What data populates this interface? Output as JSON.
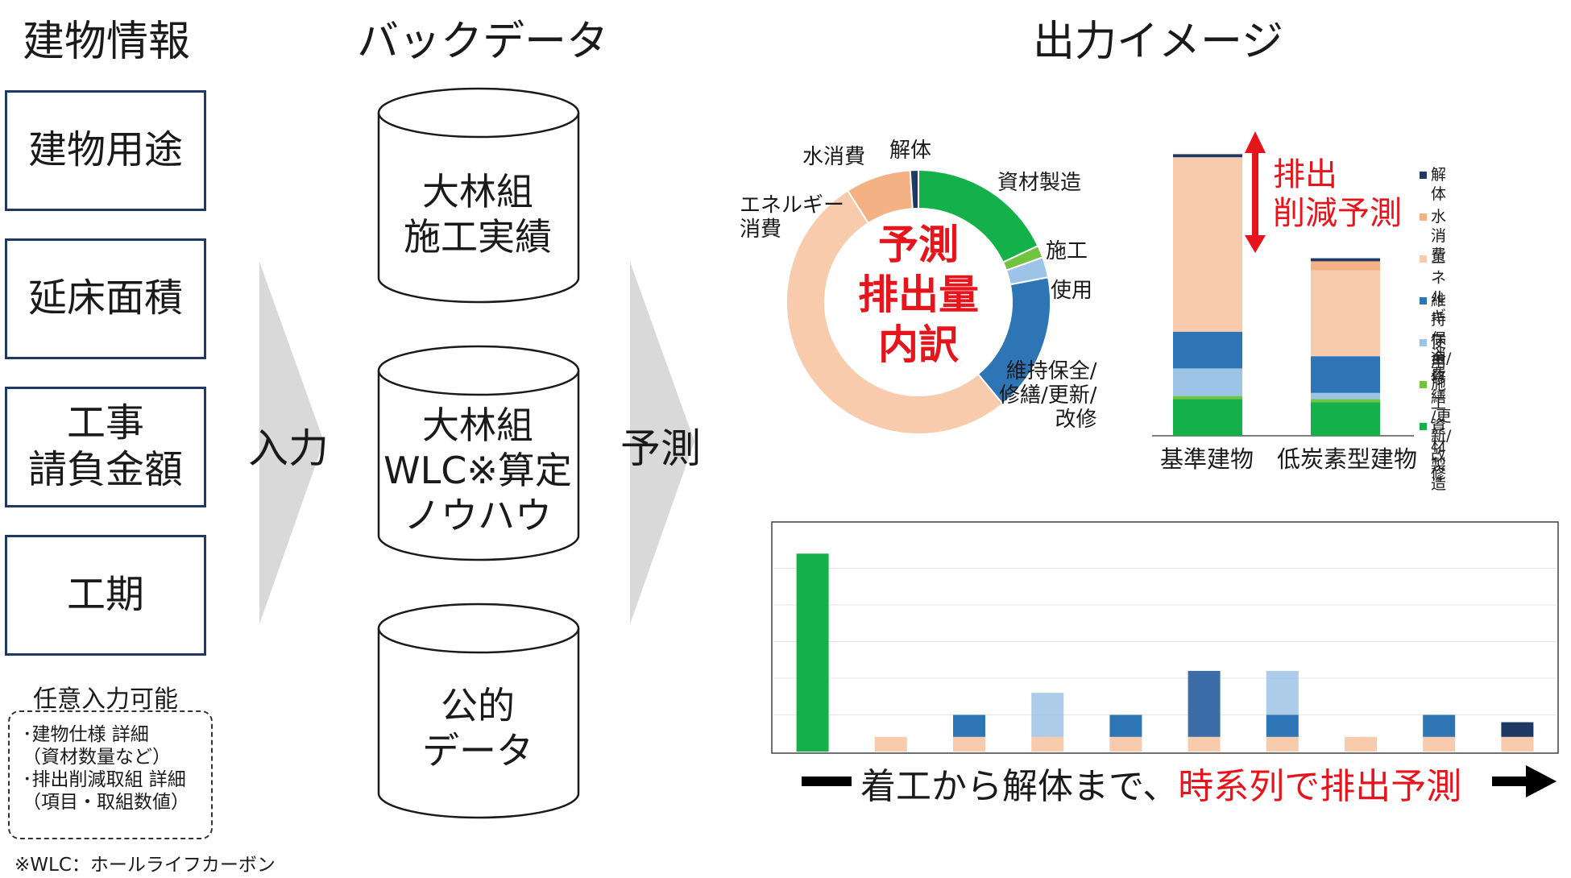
{
  "columns": {
    "input_title": "建物情報",
    "data_title": "バックデータ",
    "output_title": "出力イメージ"
  },
  "inputs": [
    "建物用途",
    "延床面積",
    "工事\n請負金額",
    "工期"
  ],
  "optional": {
    "title": "任意入力可能",
    "body": "･建物仕様 詳細\n（資材数量など）\n･排出削減取組 詳細\n（項目・取組数値）"
  },
  "footnote": "※WLC：ホールライフカーボン",
  "databases": [
    "大林組\n施工実績",
    "大林組\nWLC※算定\nノウハウ",
    "公的\nデータ"
  ],
  "arrows": {
    "input_label": "入力",
    "predict_label": "予測"
  },
  "colors": {
    "demolition": "#1f3864",
    "water": "#f4b183",
    "energy": "#f8cbad",
    "maintenance": "#2e75b6",
    "use": "#9dc3e6",
    "construction": "#70c43f",
    "materials": "#14b14b",
    "accent_red": "#e8141c",
    "box_border": "#1f3864"
  },
  "chart_data": [
    {
      "type": "pie",
      "variant": "donut",
      "title": "予測\n排出量\n内訳",
      "labels": [
        "資材製造",
        "施工",
        "使用",
        "維持保全/\n修繕/更新/\n改修",
        "エネルギー\n消費",
        "水消費",
        "解体"
      ],
      "values": [
        18,
        1.5,
        2.5,
        17,
        52,
        8,
        1
      ]
    },
    {
      "type": "bar",
      "stacked": true,
      "categories": [
        "基準建物",
        "低炭素型建物"
      ],
      "annotation": "排出\n削減予測",
      "legend_position": "right",
      "series": [
        {
          "name": "資材製造",
          "values": [
            12,
            11
          ]
        },
        {
          "name": "施工",
          "values": [
            1,
            1
          ]
        },
        {
          "name": "使用",
          "values": [
            9,
            2
          ]
        },
        {
          "name": "維持保全/修繕\n/更新/改修",
          "values": [
            12,
            12
          ]
        },
        {
          "name": "エネルギー消費",
          "values": [
            57,
            28
          ]
        },
        {
          "name": "水消費",
          "values": [
            0,
            3
          ]
        },
        {
          "name": "解体",
          "values": [
            1,
            1
          ]
        }
      ]
    },
    {
      "type": "bar",
      "stacked": true,
      "caption": "着工から解体まで、",
      "caption_highlight": "時系列で排出予測",
      "grid": true,
      "ylim": [
        0,
        60
      ],
      "x": [
        1,
        2,
        3,
        4,
        5,
        6,
        7,
        8,
        9,
        10
      ],
      "series": [
        {
          "name": "資材製造",
          "values": [
            54,
            0,
            0,
            0,
            0,
            0,
            0,
            0,
            0,
            0
          ]
        },
        {
          "name": "エネルギー消費",
          "values": [
            0,
            4,
            4,
            4,
            4,
            4,
            4,
            4,
            4,
            4
          ]
        },
        {
          "name": "維持保全/修繕/更新/改修",
          "values": [
            0,
            0,
            6,
            0,
            6,
            0,
            6,
            0,
            6,
            0
          ]
        },
        {
          "name": "使用",
          "values": [
            0,
            0,
            0,
            12,
            0,
            0,
            12,
            0,
            0,
            0
          ]
        },
        {
          "name": "施工",
          "values": [
            0,
            0,
            0,
            0,
            0,
            18,
            0,
            0,
            0,
            0
          ]
        },
        {
          "name": "解体",
          "values": [
            0,
            0,
            0,
            0,
            0,
            0,
            0,
            0,
            0,
            4
          ]
        }
      ]
    }
  ]
}
